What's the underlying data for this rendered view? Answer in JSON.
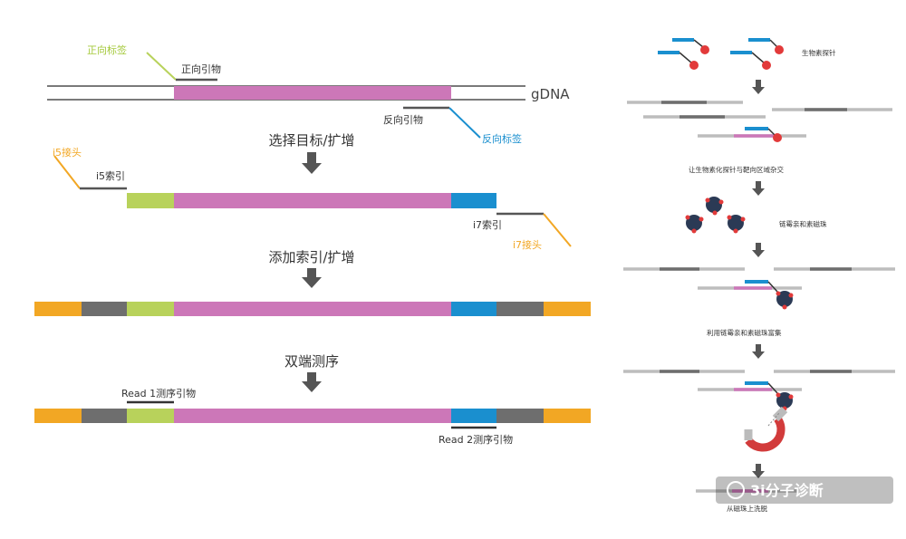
{
  "colors": {
    "insert": "#cc77b8",
    "index": "#b8d25b",
    "blue": "#1a8fcf",
    "adapter": "#f2a724",
    "gray": "#6e6e6e",
    "light_gray": "#bdbdbd",
    "red": "#e23a3a",
    "navy": "#2b3a55",
    "fwd_tag_text": "#a5c93c",
    "rev_tag_text": "#1a8fcf",
    "i_adapter_text": "#f2a724"
  },
  "left": {
    "fwd_tag": "正向标签",
    "fwd_primer": "正向引物",
    "gdna": "gDNA",
    "rev_primer": "反向引物",
    "rev_tag": "反向标签",
    "step1": "选择目标/扩增",
    "i5_adapter": "i5接头",
    "i5_index": "i5索引",
    "i7_index": "i7索引",
    "i7_adapter": "i7接头",
    "step2": "添加索引/扩增",
    "step3": "双端测序",
    "read1": "Read 1测序引物",
    "read2": "Read 2测序引物"
  },
  "right": {
    "biotin_probe": "生物素探针",
    "hybridize": "让生物素化探针与靶向区域杂交",
    "streptavidin_beads": "链霉亲和素磁珠",
    "enrich": "利用链霉亲和素磁珠富集",
    "elute": "从磁珠上洗脱"
  },
  "watermark": "3i分子诊断"
}
